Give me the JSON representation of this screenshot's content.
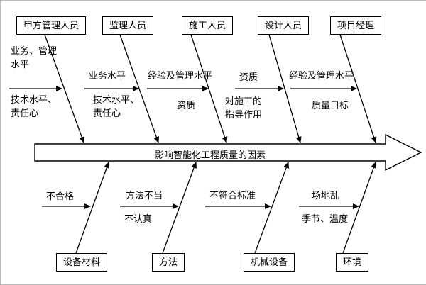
{
  "diagram": {
    "spine_label": "影响智能化工程质量的因素",
    "top_branches": [
      {
        "label": "甲方管理人员",
        "cause_above": "业务、管理\n水平",
        "cause_below": "技术水平、\n责任心"
      },
      {
        "label": "监理人员",
        "cause_above": "业务水平",
        "cause_below": "技术水平、\n责任心"
      },
      {
        "label": "施工人员",
        "cause_above": "经验及管理水平",
        "cause_below": "资质"
      },
      {
        "label": "设计人员",
        "cause_above": "资质",
        "cause_below": "对施工的\n指导作用"
      },
      {
        "label": "项目经理",
        "cause_above": "经验及管理水平",
        "cause_below": "质量目标"
      }
    ],
    "bottom_branches": [
      {
        "label": "设备材料",
        "cause_above": "不合格",
        "cause_below": ""
      },
      {
        "label": "方法",
        "cause_above": "方法不当",
        "cause_below": "不认真"
      },
      {
        "label": "机械设备",
        "cause_above": "不符合标准",
        "cause_below": ""
      },
      {
        "label": "环境",
        "cause_above": "场地乱",
        "cause_below": "季节、温度"
      }
    ],
    "colors": {
      "line": "#000000",
      "box_border": "#000000",
      "background": "#ffffff"
    }
  }
}
